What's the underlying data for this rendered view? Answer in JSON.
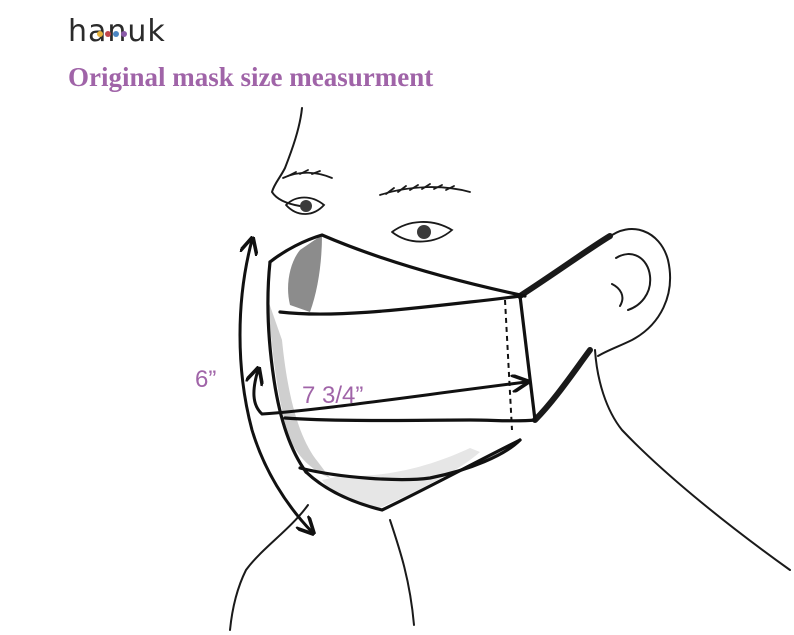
{
  "brand": {
    "logo_text": "hanuk",
    "logo_dot_colors": [
      "#e6b23a",
      "#c0454b",
      "#4b86c4",
      "#8a5aa8"
    ]
  },
  "title": "Original mask size measurment",
  "dimensions": {
    "height": "6”",
    "width": "7 3/4”"
  },
  "colors": {
    "accent": "#a064a8",
    "line": "#1a1a1a",
    "shade": "#8c8c8c"
  }
}
